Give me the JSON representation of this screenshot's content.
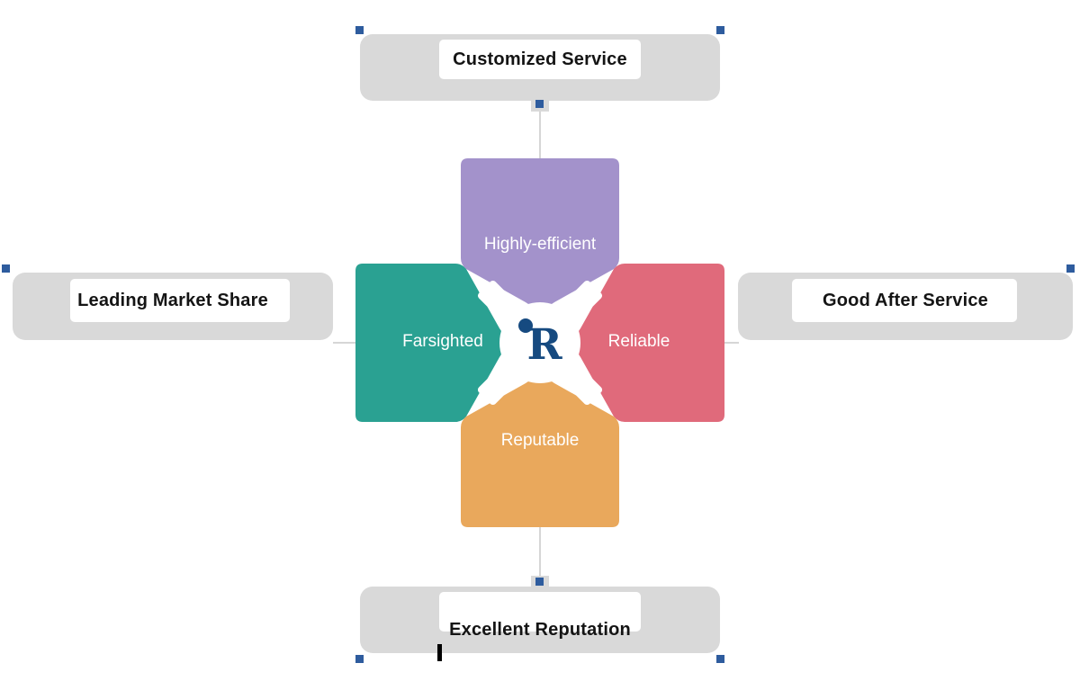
{
  "colors": {
    "petal_purple": "#a392cb",
    "petal_teal": "#2aa192",
    "petal_red": "#e06a7b",
    "petal_orange": "#e9a85c",
    "bracket_gray": "#d9d9d9",
    "connector_gray": "#c9c9c9",
    "handle_blue": "#2e5c9e",
    "logo_blue": "#164a80",
    "label_dark": "#141414"
  },
  "center": {
    "logo_letter": "R"
  },
  "petals": [
    {
      "position": "top",
      "label": "Highly-efficient"
    },
    {
      "position": "left",
      "label": "Farsighted"
    },
    {
      "position": "right",
      "label": "Reliable"
    },
    {
      "position": "bottom",
      "label": "Reputable"
    }
  ],
  "callouts": [
    {
      "position": "top",
      "label": "Customized Service"
    },
    {
      "position": "left",
      "label": "Leading Market Share"
    },
    {
      "position": "right",
      "label": "Good After Service"
    },
    {
      "position": "bottom",
      "label": "Excellent Reputation"
    }
  ]
}
